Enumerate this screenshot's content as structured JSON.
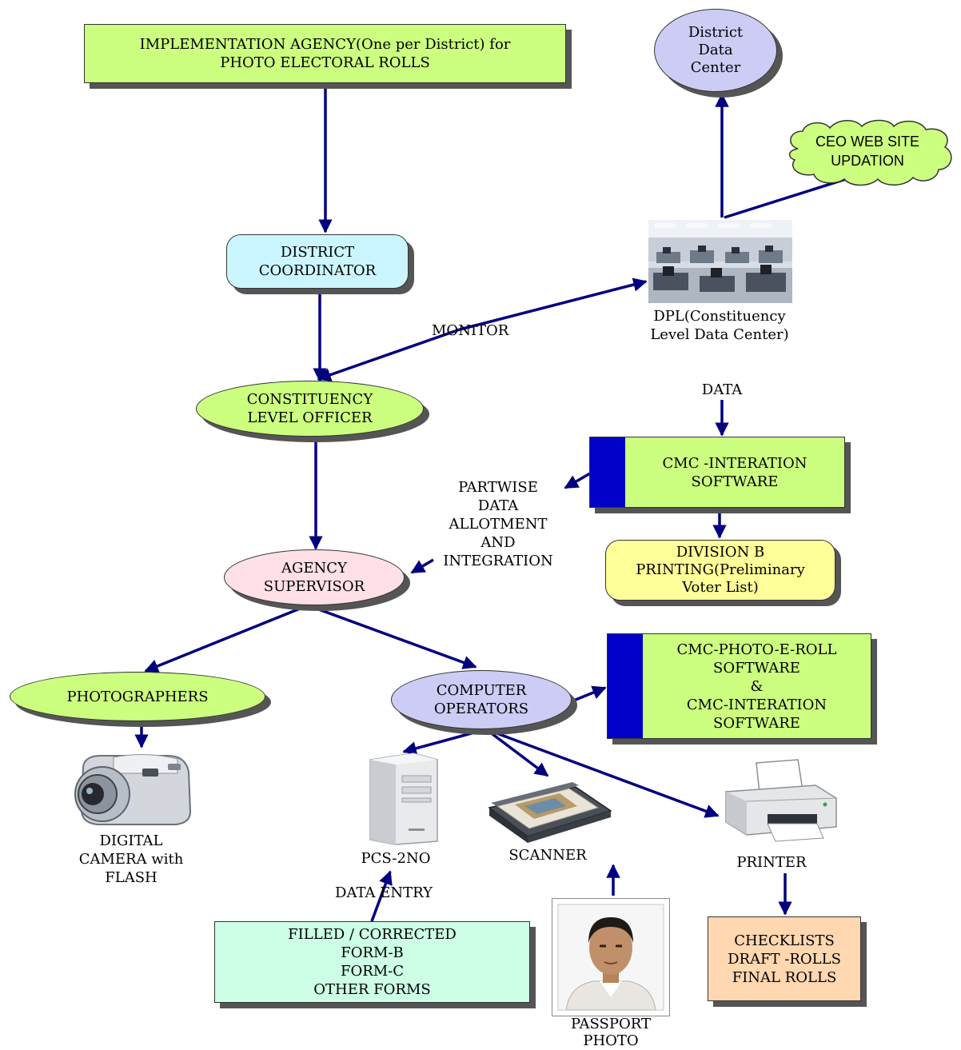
{
  "nodes": {
    "implementation_agency": [
      "IMPLEMENTATION AGENCY(One per District) for",
      "PHOTO ELECTORAL ROLLS"
    ],
    "district_coordinator": [
      "DISTRICT",
      "COORDINATOR"
    ],
    "constituency_officer": [
      "CONSTITUENCY",
      "LEVEL OFFICER"
    ],
    "agency_supervisor": [
      "AGENCY",
      "SUPERVISOR"
    ],
    "photographers": [
      "PHOTOGRAPHERS"
    ],
    "computer_operators": [
      "COMPUTER",
      "OPERATORS"
    ],
    "district_data_center": [
      "District",
      "Data",
      "Center"
    ],
    "ceo_web_site": [
      "CEO WEB SITE",
      "UPDATION"
    ],
    "dpl": [
      "DPL(Constituency",
      "Level Data Center)"
    ],
    "cmc_interation": [
      "CMC -INTERATION",
      "SOFTWARE"
    ],
    "division_b": [
      "DIVISION B",
      "PRINTING(Preliminary",
      "Voter List)"
    ],
    "cmc_photo_e_roll": [
      "CMC-PHOTO-E-ROLL",
      "SOFTWARE",
      "&",
      "CMC-INTERATION",
      "SOFTWARE"
    ],
    "digital_camera": [
      "DIGITAL",
      "CAMERA with",
      "FLASH"
    ],
    "pcs": [
      "PCS-2NO"
    ],
    "scanner": [
      "SCANNER"
    ],
    "printer": [
      "PRINTER"
    ],
    "passport_photo": [
      "PASSPORT",
      "PHOTO"
    ],
    "forms": [
      "FILLED / CORRECTED",
      "FORM-B",
      "FORM-C",
      "OTHER FORMS"
    ],
    "checklists": [
      "CHECKLISTS",
      "DRAFT -ROLLS",
      "FINAL ROLLS"
    ]
  },
  "edge_labels": {
    "monitor": "MONITOR",
    "data": "DATA",
    "partwise": [
      "PARTWISE",
      "DATA",
      "ALLOTMENT",
      "AND",
      "INTEGRATION"
    ],
    "data_entry": "DATA ENTRY"
  },
  "colors": {
    "green": "#ccff80",
    "ellipse_green": "#ccff80",
    "light_cyan": "#ccf6ff",
    "pink": "#ffe0e6",
    "lavender": "#ccccf5",
    "yellow": "#ffff99",
    "mint": "#ccffe6",
    "peach": "#ffd7b0",
    "cloud": "#ccff80",
    "arrow": "#00007f",
    "bar": "#0000c8"
  }
}
